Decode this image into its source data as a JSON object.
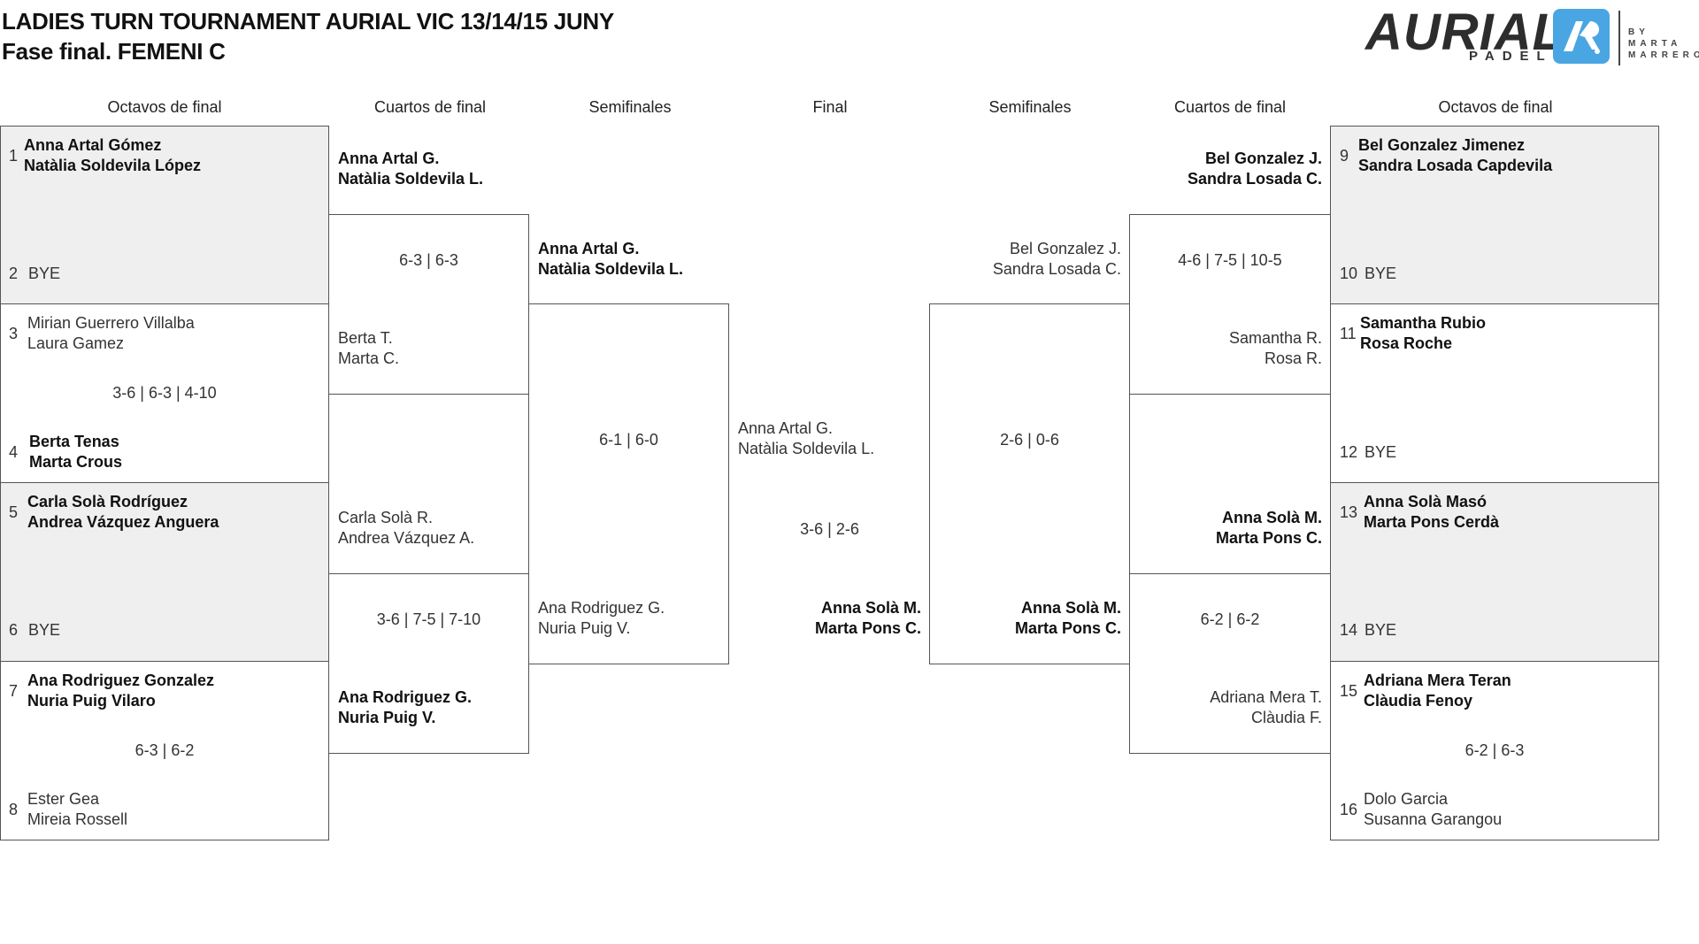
{
  "title": "LADIES TURN TOURNAMENT AURIAL VIC 13/14/15 JUNY",
  "subtitle": "Fase final. FEMENI C",
  "logo": {
    "word": "AURIAL",
    "sub": "PADEL",
    "by": "BY MARTA",
    "by2": "MARRERO"
  },
  "rounds": {
    "left_r16": "Octavos de final",
    "left_qf": "Cuartos de final",
    "left_sf": "Semifinales",
    "final": "Final",
    "right_sf": "Semifinales",
    "right_qf": "Cuartos de final",
    "right_r16": "Octavos de final"
  },
  "seeds": [
    "1",
    "2",
    "3",
    "4",
    "5",
    "6",
    "7",
    "8",
    "9",
    "10",
    "11",
    "12",
    "13",
    "14",
    "15",
    "16"
  ],
  "r16": {
    "p1": [
      "Anna Artal Gómez",
      "Natàlia Soldevila López"
    ],
    "p2": "BYE",
    "p3": [
      "Mirian Guerrero Villalba",
      "Laura Gamez"
    ],
    "p4": [
      "Berta Tenas",
      "Marta Crous"
    ],
    "s34": "3-6 | 6-3 | 4-10",
    "p5": [
      "Carla Solà Rodríguez",
      "Andrea Vázquez Anguera"
    ],
    "p6": "BYE",
    "p7": [
      "Ana Rodriguez Gonzalez",
      "Nuria Puig Vilaro"
    ],
    "p8": [
      "Ester Gea",
      "Mireia Rossell"
    ],
    "s78": "6-3 | 6-2",
    "p9": [
      "Bel Gonzalez Jimenez",
      "Sandra Losada Capdevila"
    ],
    "p10": "BYE",
    "p11": [
      "Samantha Rubio",
      "Rosa Roche"
    ],
    "p12": "BYE",
    "p13": [
      "Anna Solà Masó",
      "Marta Pons Cerdà"
    ],
    "p14": "BYE",
    "p15": [
      "Adriana Mera Teran",
      "Clàudia Fenoy"
    ],
    "p16": [
      "Dolo Garcia",
      "Susanna Garangou"
    ],
    "s1516": "6-2 | 6-3"
  },
  "qf": {
    "l1": [
      "Anna Artal G.",
      "Natàlia Soldevila L."
    ],
    "l2": [
      "Berta T.",
      "Marta C."
    ],
    "ls1": "6-3 | 6-3",
    "l3": [
      "Carla Solà R.",
      "Andrea Vázquez A."
    ],
    "l4": [
      "Ana Rodriguez G.",
      "Nuria Puig V."
    ],
    "ls2": "3-6 | 7-5 | 7-10",
    "r1": [
      "Bel Gonzalez J.",
      "Sandra Losada C."
    ],
    "r2": [
      "Samantha R.",
      "Rosa R."
    ],
    "rs1": "4-6 | 7-5 | 10-5",
    "r3": [
      "Anna Solà M.",
      "Marta Pons C."
    ],
    "r4": [
      "Adriana Mera T.",
      "Clàudia F."
    ],
    "rs2": "6-2 | 6-2"
  },
  "sf": {
    "l1": [
      "Anna Artal G.",
      "Natàlia Soldevila L."
    ],
    "l2": [
      "Ana Rodriguez G.",
      "Nuria Puig V."
    ],
    "ls": "6-1 | 6-0",
    "r1": [
      "Bel Gonzalez J.",
      "Sandra Losada C."
    ],
    "r2": [
      "Anna Solà M.",
      "Marta Pons C."
    ],
    "rs": "2-6 | 0-6"
  },
  "final": {
    "p1": [
      "Anna Artal G.",
      "Natàlia Soldevila L."
    ],
    "score": "3-6 | 2-6",
    "p2": [
      "Anna Solà M.",
      "Marta Pons C."
    ]
  }
}
